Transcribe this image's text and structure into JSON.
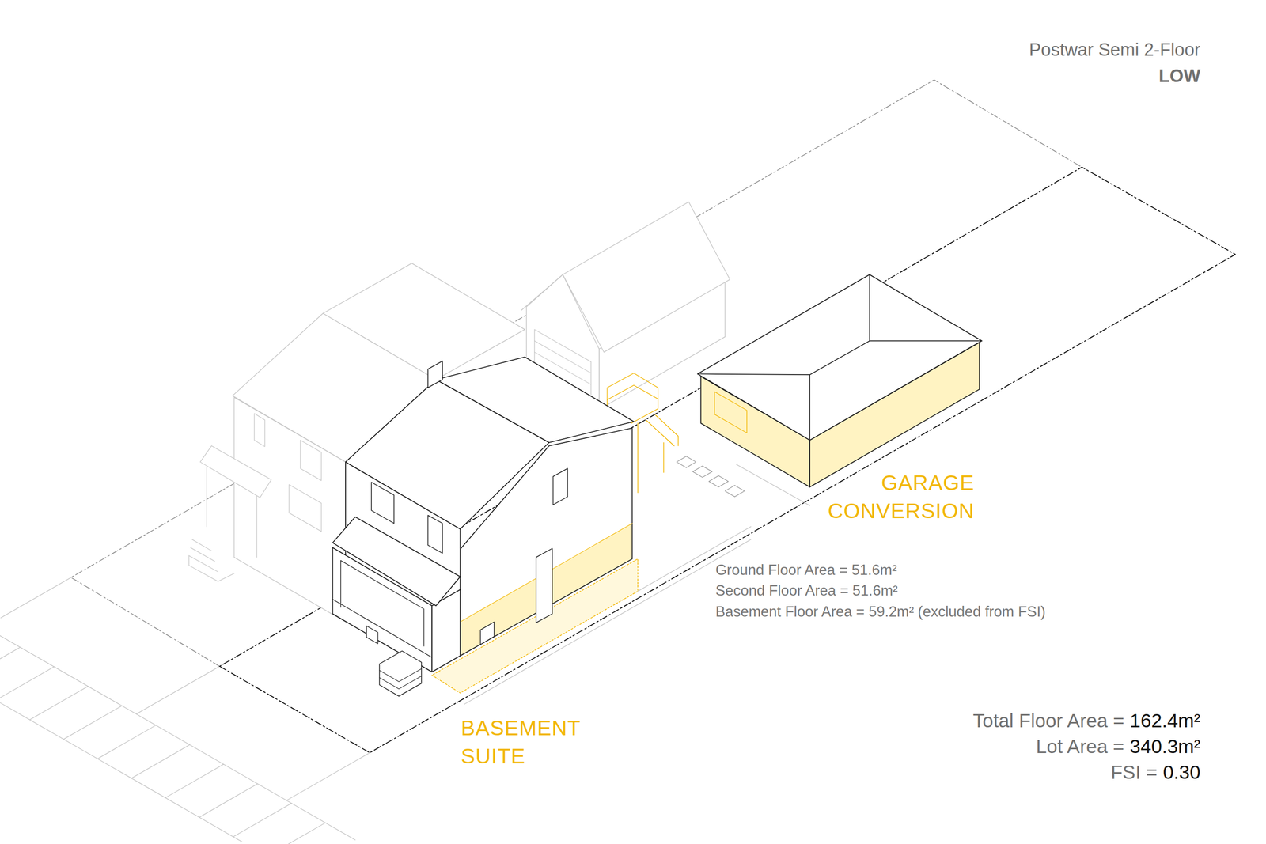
{
  "diagram": {
    "title": "Postwar Semi 2-Floor",
    "labels": [
      "LOW",
      "GARAGE CONVERSION",
      "BASEMENT SUITE",
      "Ground Floor Area = 51.6m²",
      "Second Floor Area = 51.6m²",
      "Basement Floor Area = 59.2m² (excluded from FSI)",
      "Total Floor Area =",
      "162.4m²",
      "Lot Area =",
      "340.3m²",
      "FSI =",
      "0.30"
    ]
  }
}
